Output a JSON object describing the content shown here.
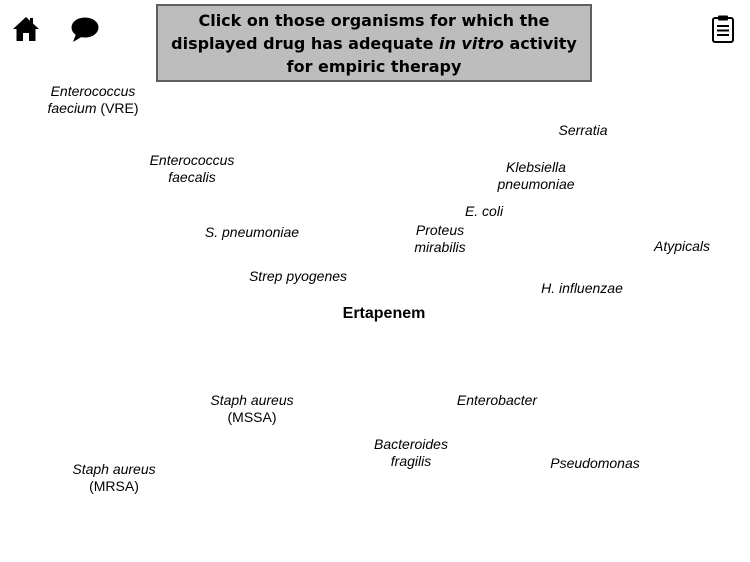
{
  "instruction": {
    "part1": "Click on those organisms for which the displayed drug has adequate ",
    "emph": "in vitro",
    "part2": " activity for empiric therapy"
  },
  "icons": {
    "home": "home-icon",
    "chat": "speech-bubble-icon",
    "notes": "clipboard-icon"
  },
  "drug": "Ertapenem",
  "organisms": {
    "vre": {
      "l1": "Enterococcus",
      "l2a": "faecium",
      "l2b": " (VRE)"
    },
    "efaecalis": {
      "l1": "Enterococcus",
      "l2": "faecalis"
    },
    "spneumo": {
      "l1": "S. pneumoniae"
    },
    "strep": {
      "l1": "Strep pyogenes"
    },
    "serratia": {
      "l1": "Serratia"
    },
    "kleb": {
      "l1": "Klebsiella",
      "l2": "pneumoniae"
    },
    "ecoli": {
      "l1": "E. coli"
    },
    "proteus": {
      "l1": "Proteus",
      "l2": "mirabilis"
    },
    "atypicals": {
      "l1": "Atypicals"
    },
    "hflu": {
      "l1": "H. influenzae"
    },
    "mssa": {
      "l1": "Staph aureus",
      "l2": "(MSSA)"
    },
    "enterobacter": {
      "l1": "Enterobacter"
    },
    "bacteroides": {
      "l1": "Bacteroides",
      "l2": "fragilis"
    },
    "pseudomonas": {
      "l1": "Pseudomonas"
    },
    "mrsa": {
      "l1": "Staph aureus",
      "l2": "(MRSA)"
    }
  }
}
